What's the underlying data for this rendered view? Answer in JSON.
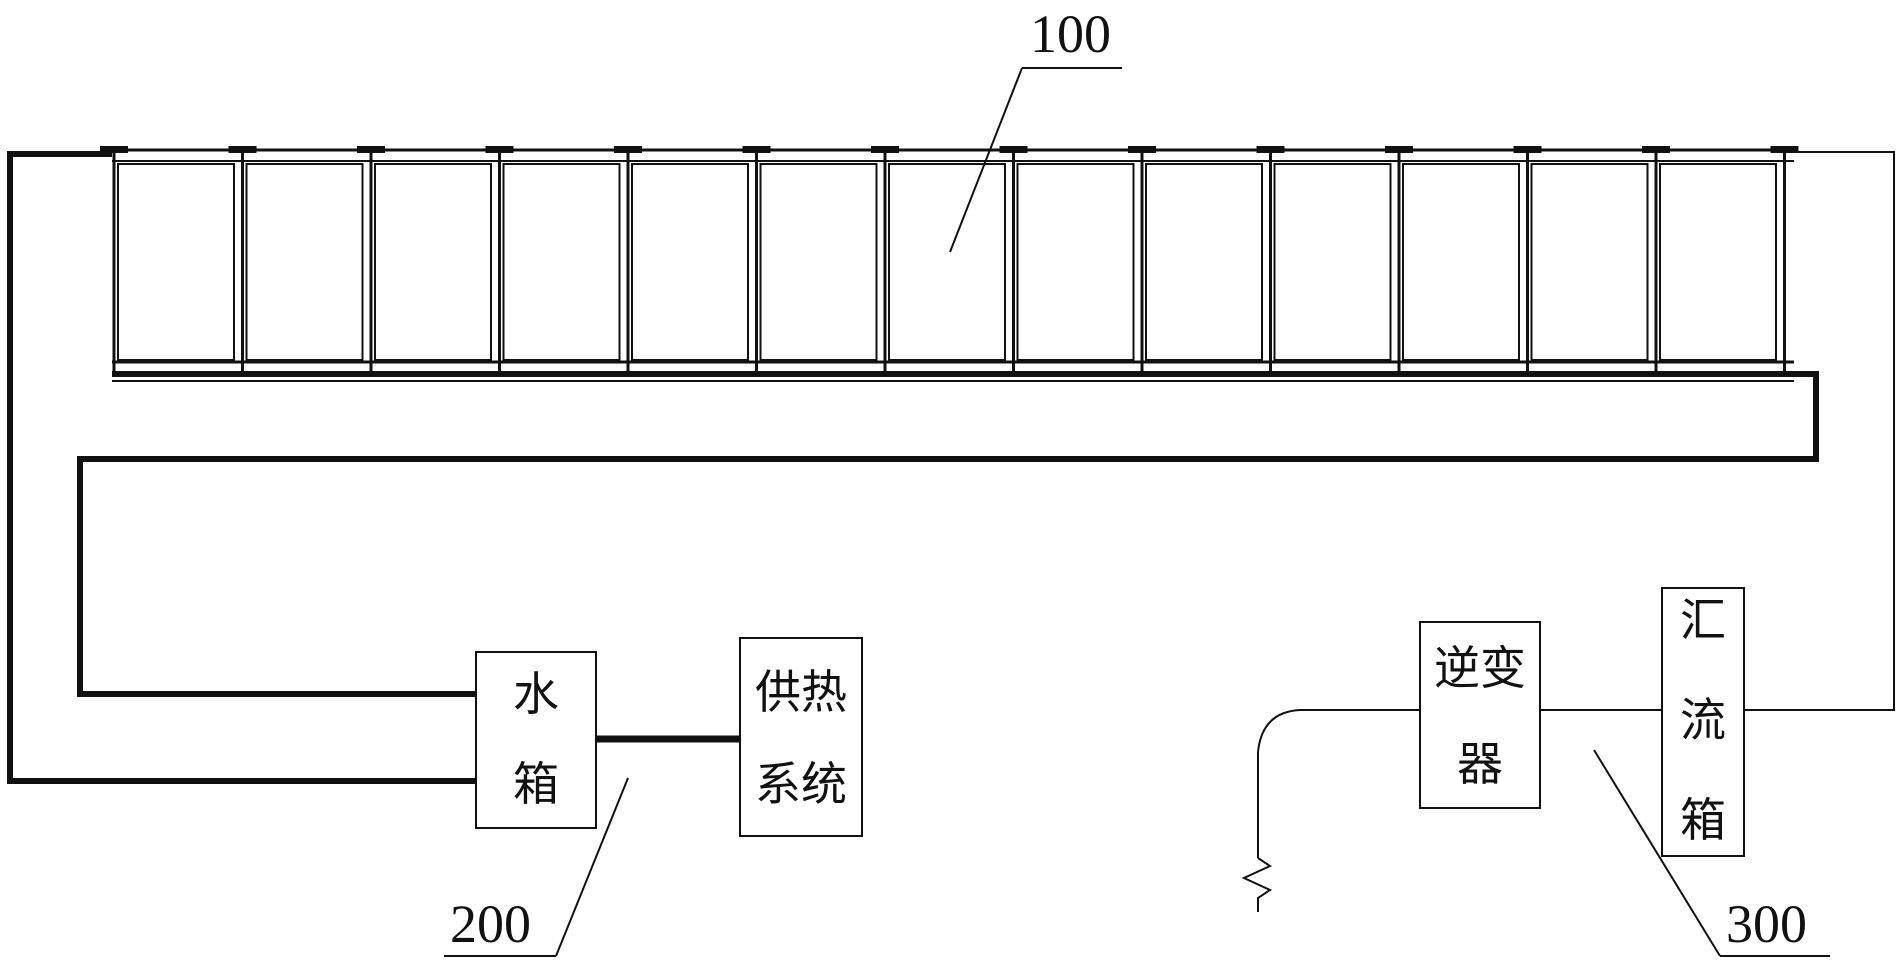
{
  "diagram": {
    "labels": {
      "collector_ref": "100",
      "thermal_ref": "200",
      "electrical_ref": "300"
    },
    "boxes": {
      "water_tank": {
        "char1": "水",
        "char2": "箱"
      },
      "heating_system": {
        "line1": "供热",
        "line2": "系统"
      },
      "inverter": {
        "line1": "逆变",
        "line2": "器"
      },
      "combiner_box": {
        "char1": "汇",
        "char2": "流",
        "char3": "箱"
      }
    },
    "collector_panel_count": 13
  }
}
